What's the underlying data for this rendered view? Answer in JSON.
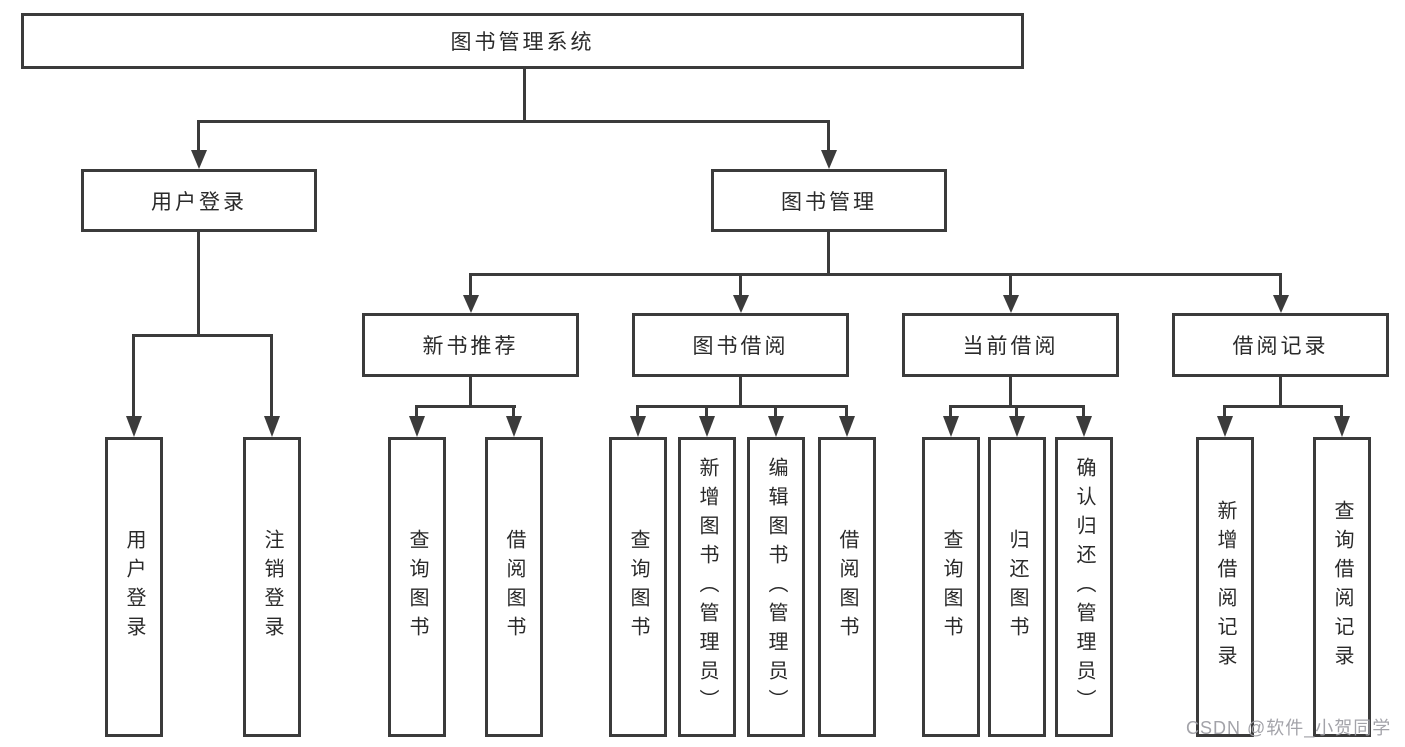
{
  "diagram": {
    "root": {
      "label": "图书管理系统"
    },
    "user_login": {
      "label": "用户登录",
      "children": [
        {
          "label": "用户登录"
        },
        {
          "label": "注销登录"
        }
      ]
    },
    "book_management": {
      "label": "图书管理",
      "children": [
        {
          "label": "新书推荐",
          "children": [
            {
              "label": "查询图书"
            },
            {
              "label": "借阅图书"
            }
          ]
        },
        {
          "label": "图书借阅",
          "children": [
            {
              "label": "查询图书"
            },
            {
              "label": "新增图书（管理员）"
            },
            {
              "label": "编辑图书（管理员）"
            },
            {
              "label": "借阅图书"
            }
          ]
        },
        {
          "label": "当前借阅",
          "children": [
            {
              "label": "查询图书"
            },
            {
              "label": "归还图书"
            },
            {
              "label": "确认归还（管理员）"
            }
          ]
        },
        {
          "label": "借阅记录",
          "children": [
            {
              "label": "新增借阅记录"
            },
            {
              "label": "查询借阅记录"
            }
          ]
        }
      ]
    },
    "watermark": "CSDN @软件_小贺同学",
    "colors": {
      "line": "#3b3b3b",
      "text": "#2a2a2a",
      "watermark": "#9e9ea4",
      "background": "#ffffff"
    }
  }
}
